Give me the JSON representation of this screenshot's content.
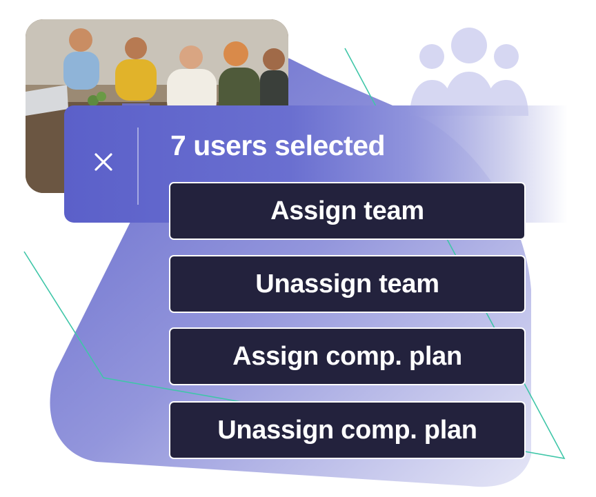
{
  "selection": {
    "count_label": "7 users selected"
  },
  "actions": [
    {
      "label": "Assign team"
    },
    {
      "label": "Unassign team"
    },
    {
      "label": "Assign comp. plan"
    },
    {
      "label": "Unassign comp. plan"
    }
  ],
  "icons": {
    "close": "close-icon",
    "users": "users-group-icon"
  },
  "colors": {
    "bar_accent": "#5b60c9",
    "button_bg": "#23223d",
    "button_text": "#ffffff",
    "blob": "#6a6fd0",
    "outline": "#3fc6a8",
    "users_icon": "#d6d7f2"
  }
}
